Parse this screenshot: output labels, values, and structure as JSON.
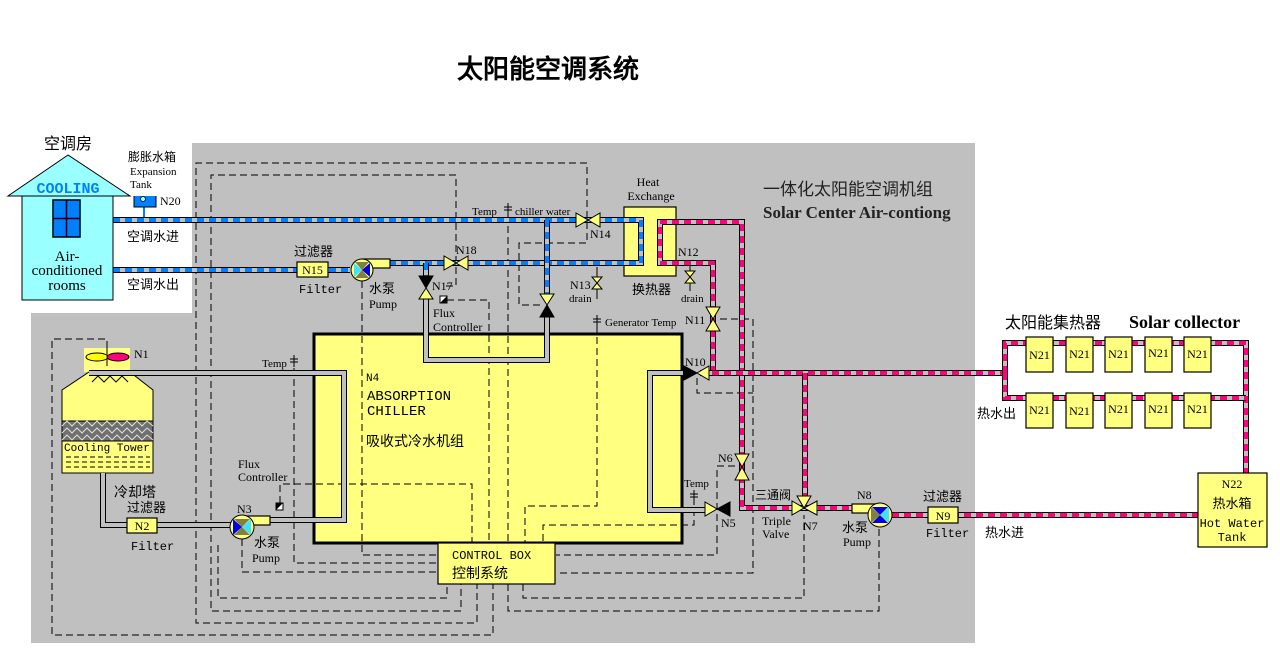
{
  "title": "太阳能空调系统",
  "room": {
    "label": "空调房",
    "cooling": "COOLING",
    "desc": [
      "Air-",
      "conditioned",
      "rooms"
    ]
  },
  "expansion_tank": {
    "cn": "膨胀水箱",
    "en": [
      "Expansion",
      "Tank"
    ],
    "node": "N20"
  },
  "pipe_labels": {
    "ac_supply": "空调水进",
    "ac_return": "空调水出",
    "hot_out": "热水出",
    "hot_in": "热水进"
  },
  "filters": [
    {
      "node": "N15",
      "cn": "过滤器",
      "en": "Filter"
    },
    {
      "node": "N2",
      "cn": "过滤器",
      "en": "Filter"
    },
    {
      "node": "N9",
      "cn": "过滤器",
      "en": "Filter"
    }
  ],
  "pumps": [
    {
      "node": "",
      "cn": "水泵",
      "en": "Pump"
    },
    {
      "node": "N3",
      "cn": "水泵",
      "en": "Pump"
    },
    {
      "node": "N8",
      "cn": "水泵",
      "en": "Pump"
    }
  ],
  "valves": {
    "n18": "N18",
    "n17": "N17",
    "n14": "N14",
    "n13": "N13",
    "n12": "N12",
    "n11": "N11",
    "n10": "N10",
    "n6": "N6",
    "n5": "N5",
    "n7": "N7"
  },
  "drain_label": "drain",
  "triple_valve": {
    "cn": "三通阀",
    "en": [
      "Triple",
      "Valve"
    ]
  },
  "sensors": {
    "chiller_temp": "Temp",
    "chiller_water": "chiller water",
    "generator_temp": "Generator Temp",
    "n5_temp": "Temp",
    "cooling_temp": "Temp"
  },
  "flux_controller": [
    "Flux",
    "Controller"
  ],
  "heat_exchanger": {
    "en": [
      "Heat",
      "Exchange"
    ],
    "cn": "换热器"
  },
  "unit": {
    "cn": "一体化太阳能空调机组",
    "en": "Solar Center Air-contiong"
  },
  "chiller": {
    "node": "N4",
    "en": [
      "ABSORPTION",
      "CHILLER"
    ],
    "cn": "吸收式冷水机组"
  },
  "control_box": {
    "en": "CONTROL BOX",
    "cn": "控制系统"
  },
  "cooling_tower": {
    "node": "N1",
    "en": "Cooling Tower",
    "cn": "冷却塔"
  },
  "solar_collector": {
    "cn": "太阳能集热器",
    "en": "Solar collector",
    "panels": [
      "N21",
      "N21",
      "N21",
      "N21",
      "N21",
      "N21",
      "N21",
      "N21",
      "N21",
      "N21"
    ]
  },
  "hot_water_tank": {
    "node": "N22",
    "cn": "热水箱",
    "en": [
      "Hot Water",
      "Tank"
    ]
  },
  "colors": {
    "chilled_water": "#0080FF",
    "hot_water": "#FF0080",
    "equipment": "#FFFF80",
    "room": "#99FFFF",
    "unit_panel": "#C0C0C0"
  }
}
